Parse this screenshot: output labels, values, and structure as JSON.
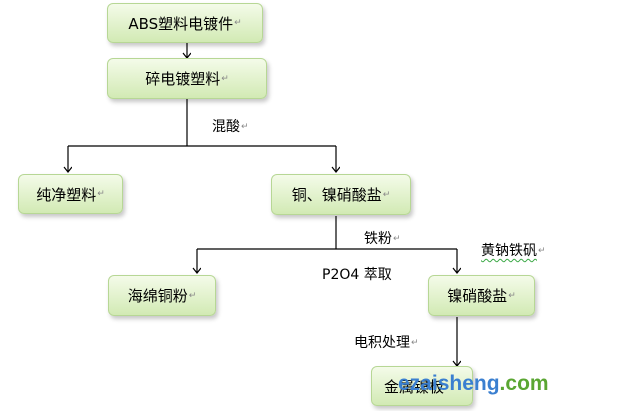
{
  "nodes": {
    "abs_plating": "ABS塑料电镀件",
    "crushed_plastic": "碎电镀塑料",
    "pure_plastic": "纯净塑料",
    "copper_nickel_salt": "铜、镍硝酸盐",
    "sponge_copper": "海绵铜粉",
    "nickel_nitrate": "镍硝酸盐",
    "metal_nickel": "金属镍板"
  },
  "labels": {
    "mixed_acid": "混酸",
    "iron_powder": "铁粉",
    "p2o4_extraction": "P2O4 萃取",
    "jarosite": "黄钠铁矾",
    "electrowinning": "电积处理"
  },
  "paragraph_mark": "↵",
  "watermark": {
    "brand": "ezaisheng",
    "dot": ".",
    "tld": "com"
  }
}
